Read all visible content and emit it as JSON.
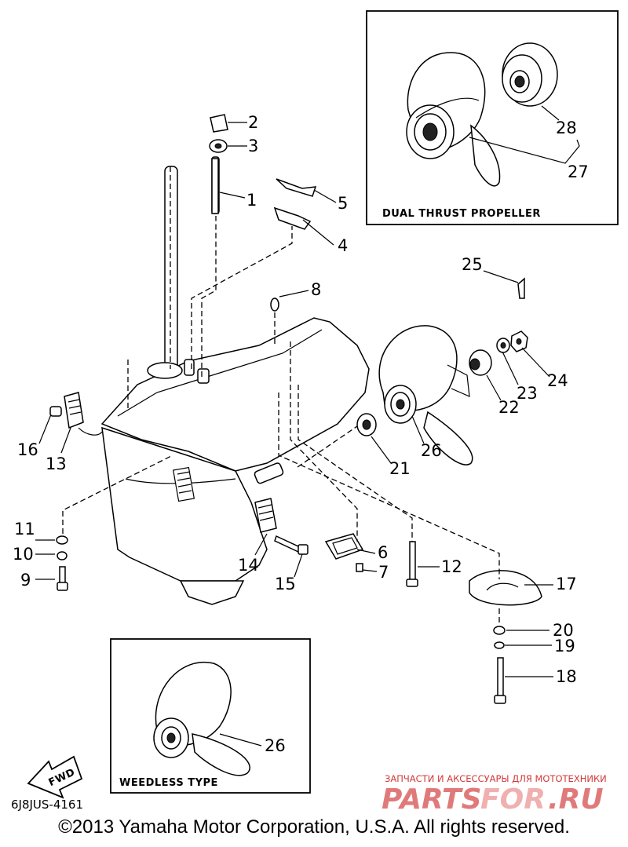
{
  "diagram": {
    "callouts": [
      "1",
      "2",
      "3",
      "4",
      "5",
      "6",
      "7",
      "8",
      "9",
      "10",
      "11",
      "12",
      "13",
      "14",
      "15",
      "16",
      "17",
      "18",
      "19",
      "20",
      "21",
      "22",
      "23",
      "24",
      "25",
      "26",
      "27",
      "28"
    ],
    "dual_thrust_box": {
      "label": "DUAL THRUST PROPELLER",
      "callouts": [
        "28",
        "27"
      ]
    },
    "weedless_box": {
      "label": "WEEDLESS TYPE",
      "callouts": [
        "26"
      ]
    },
    "fwd_label": "FWD",
    "diagram_code": "6J8JUS-4161"
  },
  "watermark": {
    "tagline": "ЗАПЧАСТИ И АКСЕССУАРЫ ДЛЯ МОТОТЕХНИКИ",
    "brand": "PARTS",
    "brand_mid": "FOR",
    "brand_end": ".RU"
  },
  "footer": {
    "copyright": "©2013 Yamaha Motor Corporation, U.S.A. All rights reserved."
  },
  "colors": {
    "line": "#000000",
    "background": "#ffffff",
    "watermark": "#e07a7a"
  }
}
